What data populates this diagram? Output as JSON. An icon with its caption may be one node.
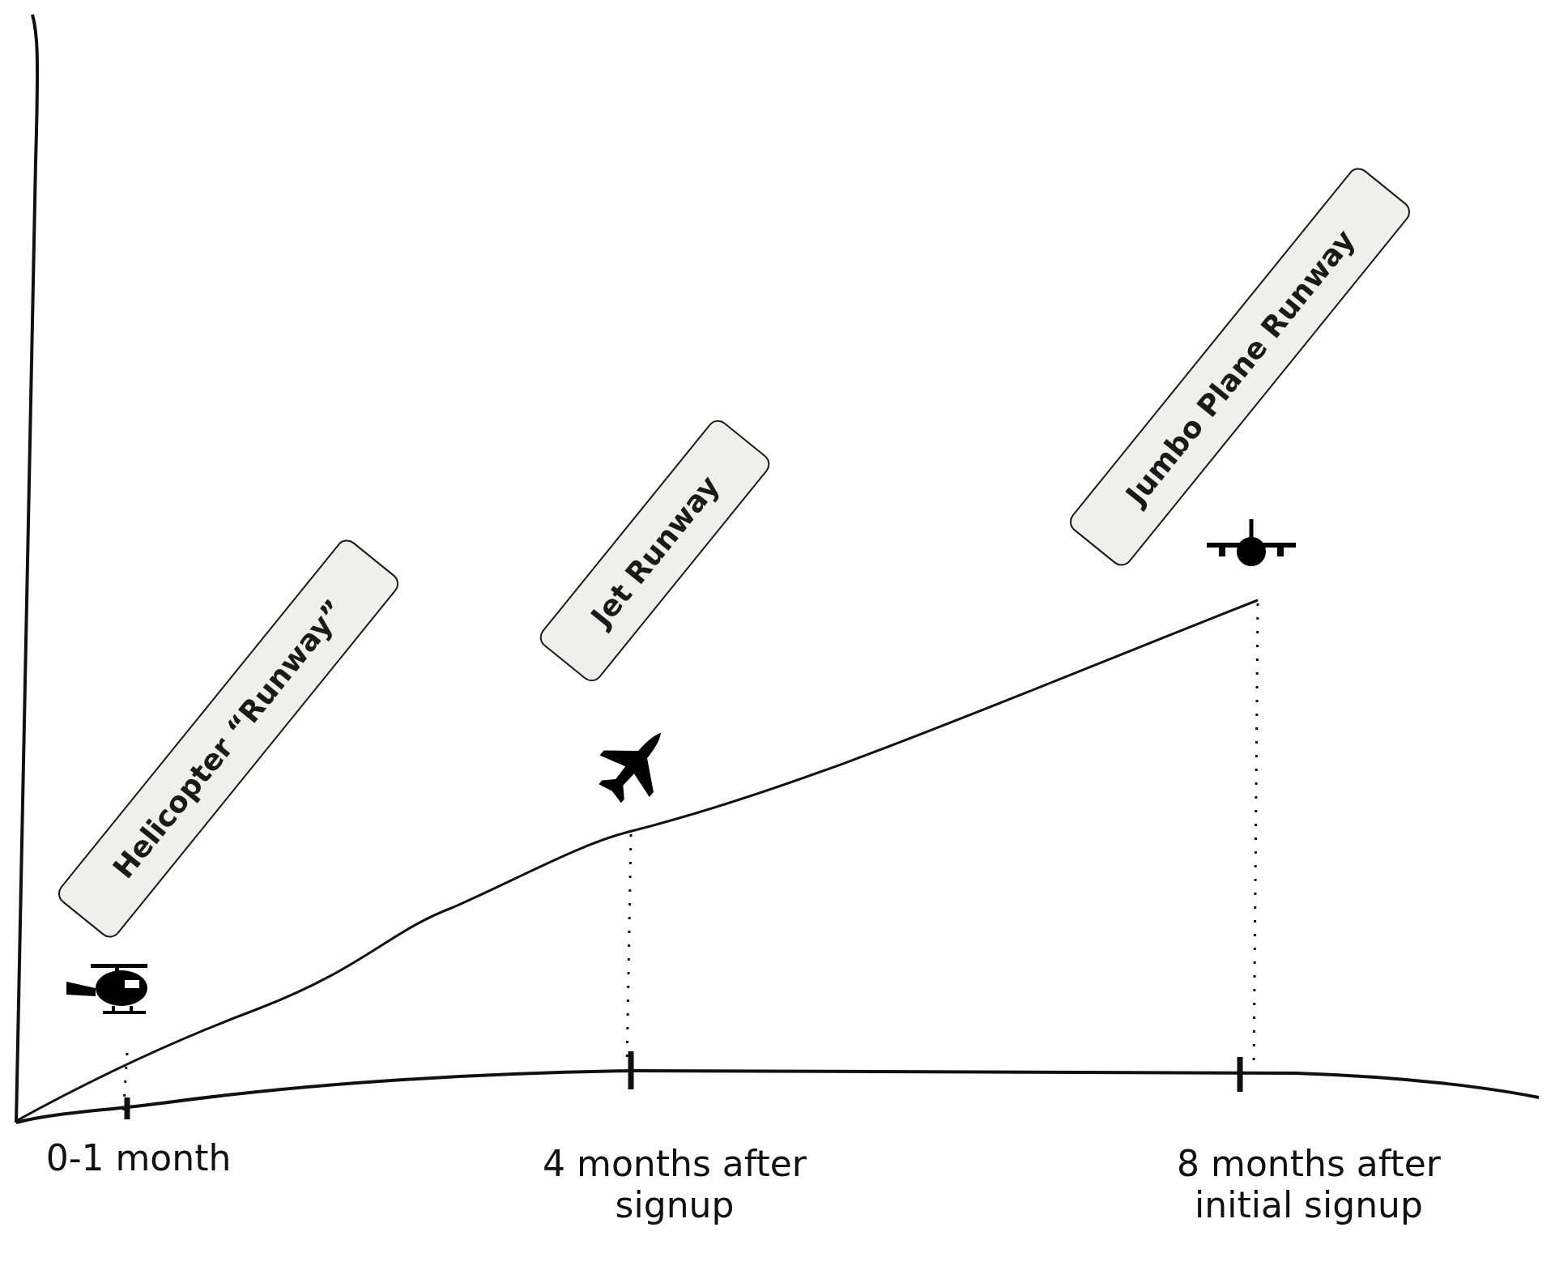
{
  "diagram": {
    "nodes": [
      {
        "text": [
          "Helicopter “Runway”"
        ]
      },
      {
        "text": [
          "Jet Runway"
        ]
      },
      {
        "text": [
          "Jumbo Plane Runway"
        ]
      }
    ],
    "labels": [
      "0-1 month",
      "4 months after signup",
      "8 months after initial signup"
    ]
  }
}
